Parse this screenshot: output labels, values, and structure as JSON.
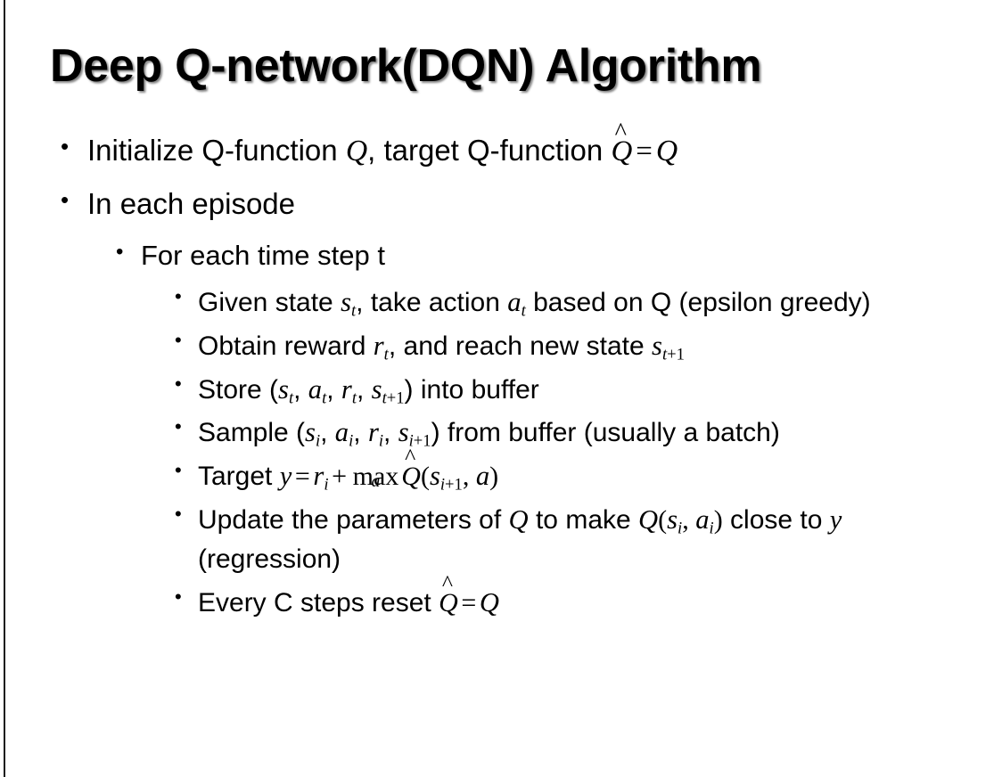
{
  "slide": {
    "title": "Deep Q-network(DQN) Algorithm",
    "background_color": "#ffffff",
    "text_color": "#000000",
    "bullet_glyph": "•"
  },
  "content": {
    "l1_initialize": {
      "pre": "Initialize Q-function ",
      "var_q1": "Q",
      "mid": ", target Q-function ",
      "qhat": "Q",
      "hat_accent": "^",
      "equals": "=",
      "var_q2": "Q"
    },
    "l1_in_each_episode": "In each episode",
    "l2_for_each_time_step": "For each time step t",
    "l3_given_state": {
      "pre": "Given state ",
      "s": "s",
      "s_sub": "t",
      "mid": ", take action ",
      "a": "a",
      "a_sub": "t",
      "post": " based on Q (epsilon greedy)"
    },
    "l3_obtain_reward": {
      "pre": "Obtain reward ",
      "r": "r",
      "r_sub": "t",
      "mid": ", and reach new state ",
      "s": "s",
      "s_sub_var": "t",
      "s_sub_plus": "+1"
    },
    "l3_store": {
      "pre": "Store (",
      "s1": "s",
      "s1_sub": "t",
      "c1": ", ",
      "a1": "a",
      "a1_sub": "t",
      "c2": ", ",
      "r1": "r",
      "r1_sub": "t",
      "c3": ", ",
      "s2": "s",
      "s2_sub_var": "t",
      "s2_sub_plus": "+1",
      "post": ") into buffer"
    },
    "l3_sample": {
      "pre": "Sample (",
      "s1": "s",
      "s1_sub": "i",
      "c1": ", ",
      "a1": "a",
      "a1_sub": "i",
      "c2": ", ",
      "r1": "r",
      "r1_sub": "i",
      "c3": ", ",
      "s2": "s",
      "s2_sub_var": "i",
      "s2_sub_plus": "+1",
      "post": ") from buffer (usually a batch)"
    },
    "l3_target": {
      "pre": "Target ",
      "y": "y",
      "equals": "=",
      "r": "r",
      "r_sub": "i",
      "plus": "+",
      "max_op": "max",
      "max_sub": "a",
      "qhat": "Q",
      "hat_accent": "^",
      "paren_open": "(",
      "s": "s",
      "s_sub_var": "i",
      "s_sub_plus": "+1",
      "comma": ", ",
      "a": "a",
      "paren_close": ")"
    },
    "l3_update": {
      "pre": "Update the parameters of ",
      "q1": "Q",
      "mid": " to make ",
      "q2": "Q",
      "paren_open": "(",
      "s": "s",
      "s_sub": "i",
      "comma": ", ",
      "a": "a",
      "a_sub": "i",
      "paren_close": ")",
      "post": " close to ",
      "y": "y",
      "tail": " (regression)"
    },
    "l3_every_c": {
      "pre": "Every C steps reset ",
      "qhat": "Q",
      "hat_accent": "^",
      "equals": "=",
      "q": "Q"
    }
  }
}
